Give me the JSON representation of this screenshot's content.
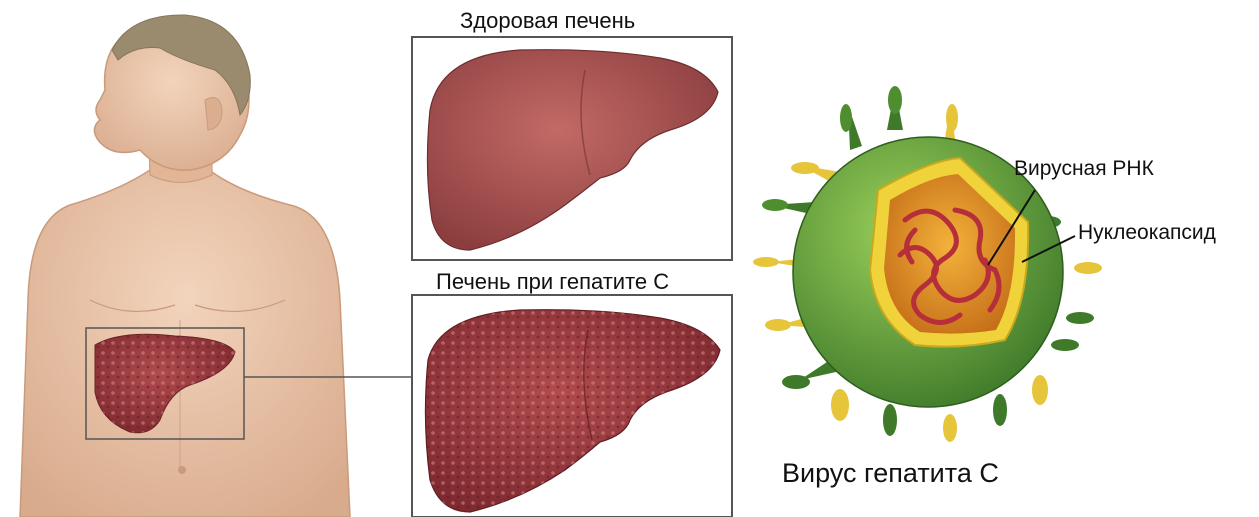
{
  "labels": {
    "healthy_liver": "Здоровая печень",
    "hepatitis_liver": "Печень при гепатите С",
    "viral_rna": "Вирусная РНК",
    "nucleocapsid": "Нуклеокапсид",
    "virus_title": "Вирус гепатита С"
  },
  "colors": {
    "skin": "#e7c3a6",
    "hair": "#9a8a6e",
    "healthy_liver": "#a7504f",
    "diseased_liver": "#9b3a3e",
    "virus_shell": "#6aa637",
    "virus_spike_dark": "#3f7a2a",
    "virus_spike_yellow": "#e6c53a",
    "capsid": "#f0d23a",
    "core": "#d98a1f",
    "rna": "#b52e3a"
  }
}
